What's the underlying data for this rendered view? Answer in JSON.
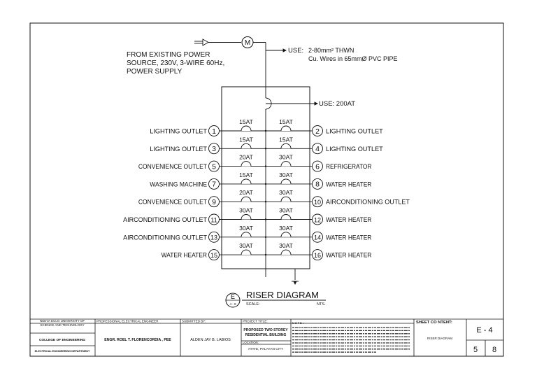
{
  "source": {
    "lines": [
      "FROM EXISTING POWER",
      "SOURCE, 230V, 3-WIRE 60Hz,",
      "POWER SUPPLY"
    ],
    "meter_label": "M"
  },
  "feeder": {
    "use_label": "USE:",
    "wire_lines": [
      "2-80mm² THWN",
      "Cu. Wires in 65mmØ PVC PIPE"
    ],
    "main_breaker": "USE: 200AT"
  },
  "circuits_left": [
    {
      "num": "1",
      "label": "LIGHTING OUTLET",
      "rating": "15AT"
    },
    {
      "num": "3",
      "label": "LIGHTING OUTLET",
      "rating": "15AT"
    },
    {
      "num": "5",
      "label": "CONVENIENCE OUTLET",
      "rating": "20AT"
    },
    {
      "num": "7",
      "label": "WASHING MACHINE",
      "rating": "15AT"
    },
    {
      "num": "9",
      "label": "CONVENIENCE OUTLET",
      "rating": "20AT"
    },
    {
      "num": "11",
      "label": "AIRCONDITIONING OUTLET",
      "rating": "30AT"
    },
    {
      "num": "13",
      "label": "AIRCONDITIONING OUTLET",
      "rating": "30AT"
    },
    {
      "num": "15",
      "label": "WATER HEATER",
      "rating": "30AT"
    }
  ],
  "circuits_right": [
    {
      "num": "2",
      "label": "LIGHTING OUTLET",
      "rating": "15AT"
    },
    {
      "num": "4",
      "label": "LIGHTING OUTLET",
      "rating": "15AT"
    },
    {
      "num": "6",
      "label": "REFRIGERATOR",
      "rating": "30AT"
    },
    {
      "num": "8",
      "label": "WATER HEATER",
      "rating": "30AT"
    },
    {
      "num": "10",
      "label": "AIRCONDITIONING OUTLET",
      "rating": "30AT"
    },
    {
      "num": "12",
      "label": "WATER HEATER",
      "rating": "30AT"
    },
    {
      "num": "14",
      "label": "WATER HEATER",
      "rating": "30AT"
    },
    {
      "num": "16",
      "label": "WATER HEATER",
      "rating": "30AT"
    }
  ],
  "diagram_title": {
    "title": "RISER DIAGRAM",
    "scale_label": "SCALE:",
    "scale_value": "NTS.",
    "marker_letter": "E",
    "marker_ref": "4 - 8"
  },
  "title_block": {
    "university_line1": "NUEVA ECIJA UNIVERSITY OF",
    "university_line2": "SCIENCE AND TECHNOLOGY",
    "college": "COLLEGE OF ENGINEERING",
    "department": "ELECTRICAL ENGINEERING DEPARTMENT",
    "engineer_heading": "PROFESSIONAL ELECTRICAL ENGINEER",
    "engineer_name": "ENGR. ROEL T. FLORENCORDIA , PEE",
    "submitted_heading": "SUBMITTED BY:",
    "submitted_name": "ALDEN JAY B. LABIOS",
    "project_heading": "PROJECT TITLE:",
    "project_line1": "PROPOSED TWO STOREY",
    "project_line2": "RESIDENTIAL BUILDING",
    "location_heading": "LOCATION:",
    "location_value": "ATATE, PALAYAN CITY",
    "notes_heading": "N O T E :",
    "sheet_heading": "SHEET CO NTENT:",
    "sheet_content": "RISER DIAGRAM",
    "sheet_id": "E - 4",
    "sheet_num": "5",
    "sheet_total": "8"
  }
}
